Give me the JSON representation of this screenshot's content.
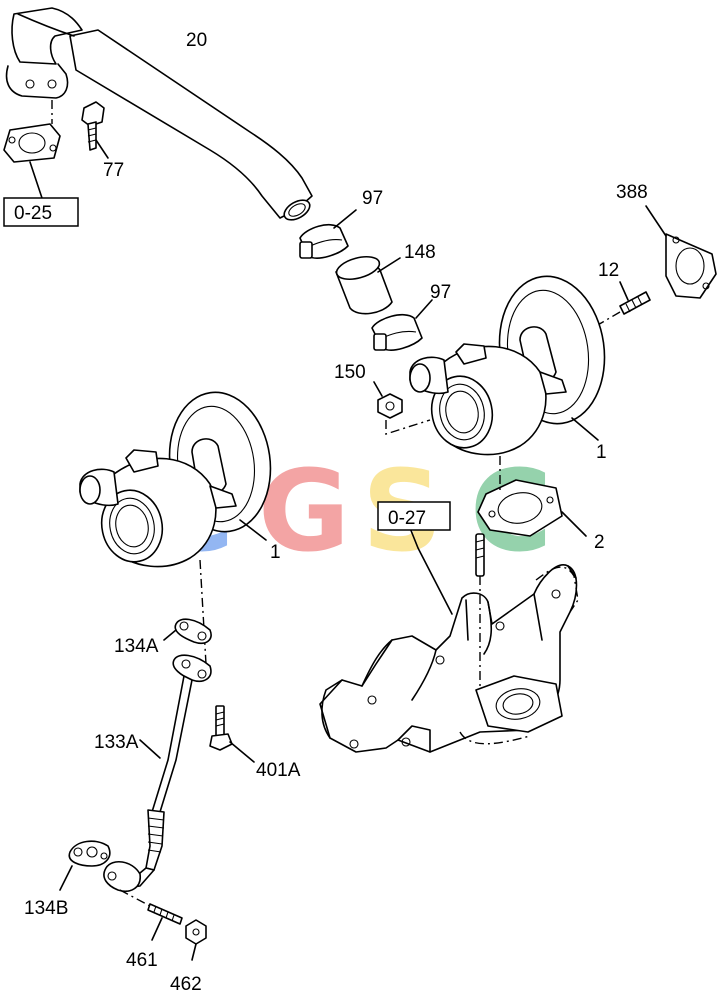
{
  "labels": {
    "l20": "20",
    "l77": "77",
    "l025": "0-25",
    "l97a": "97",
    "l148": "148",
    "l97b": "97",
    "l388": "388",
    "l12": "12",
    "l150": "150",
    "l1a": "1",
    "l1b": "1",
    "l2": "2",
    "l027": "0-27",
    "l134a": "134A",
    "l133a": "133A",
    "l401a": "401A",
    "l134b": "134B",
    "l461": "461",
    "l462": "462"
  },
  "watermark": {
    "letters": [
      "C",
      "G",
      "S",
      "C"
    ],
    "colors": [
      "#3b7be8",
      "#ea5a5a",
      "#f7d34a",
      "#3fae6a"
    ]
  }
}
